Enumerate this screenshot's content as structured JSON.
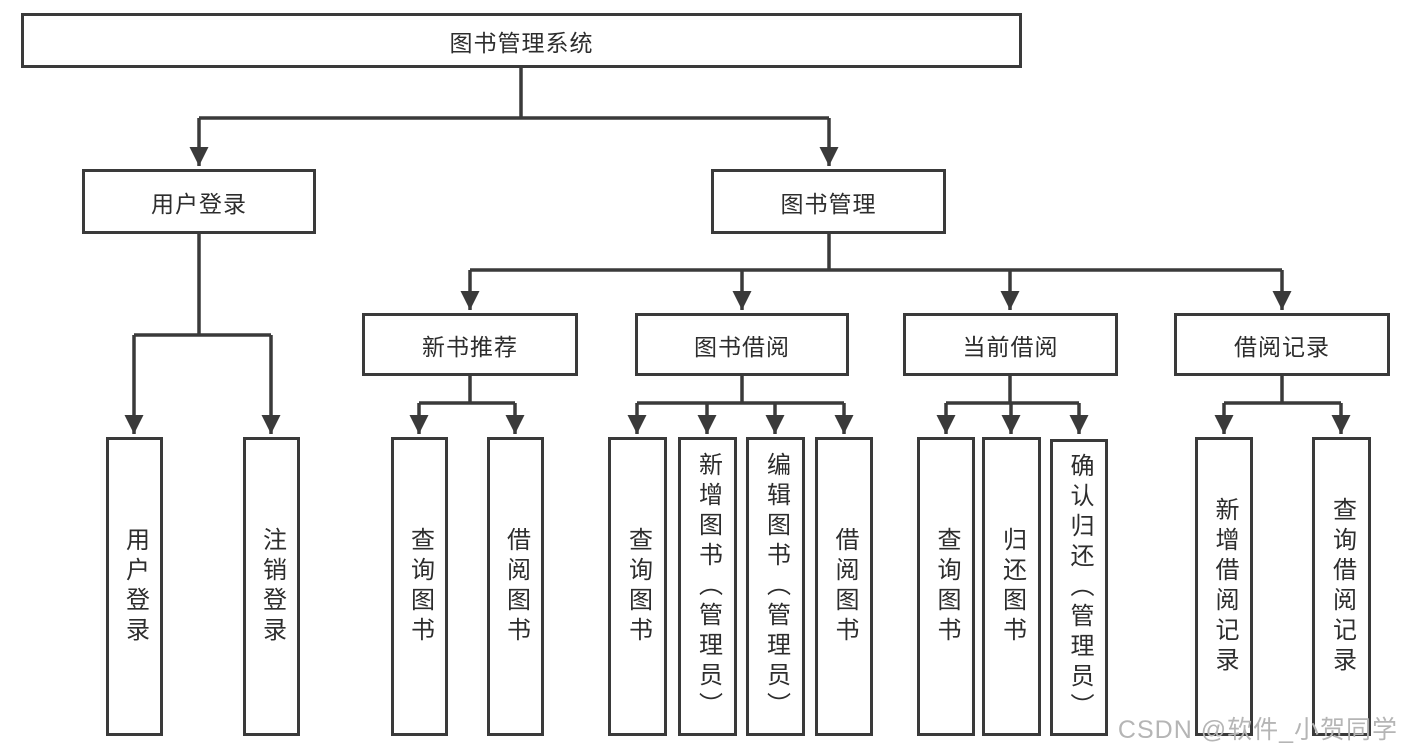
{
  "diagram": {
    "type": "hierarchy-tree",
    "root": {
      "label": "图书管理系统"
    },
    "level2": [
      {
        "label": "用户登录",
        "children": [
          {
            "label": "用户登录"
          },
          {
            "label": "注销登录"
          }
        ]
      },
      {
        "label": "图书管理",
        "children": [
          {
            "label": "新书推荐",
            "children": [
              {
                "label": "查询图书"
              },
              {
                "label": "借阅图书"
              }
            ]
          },
          {
            "label": "图书借阅",
            "children": [
              {
                "label": "查询图书"
              },
              {
                "label": "新增图书（管理员）"
              },
              {
                "label": "编辑图书（管理员）"
              },
              {
                "label": "借阅图书"
              }
            ]
          },
          {
            "label": "当前借阅",
            "children": [
              {
                "label": "查询图书"
              },
              {
                "label": "归还图书"
              },
              {
                "label": "确认归还（管理员）"
              }
            ]
          },
          {
            "label": "借阅记录",
            "children": [
              {
                "label": "新增借阅记录"
              },
              {
                "label": "查询借阅记录"
              }
            ]
          }
        ]
      }
    ],
    "colors": {
      "line": "#3a3a3a",
      "box_border": "#3a3a3a",
      "box_fill": "#ffffff",
      "text": "#2d2d2d",
      "background": "#ffffff",
      "watermark": "#b5b5b5"
    }
  },
  "watermark": {
    "text": "CSDN @软件_小贺同学"
  }
}
